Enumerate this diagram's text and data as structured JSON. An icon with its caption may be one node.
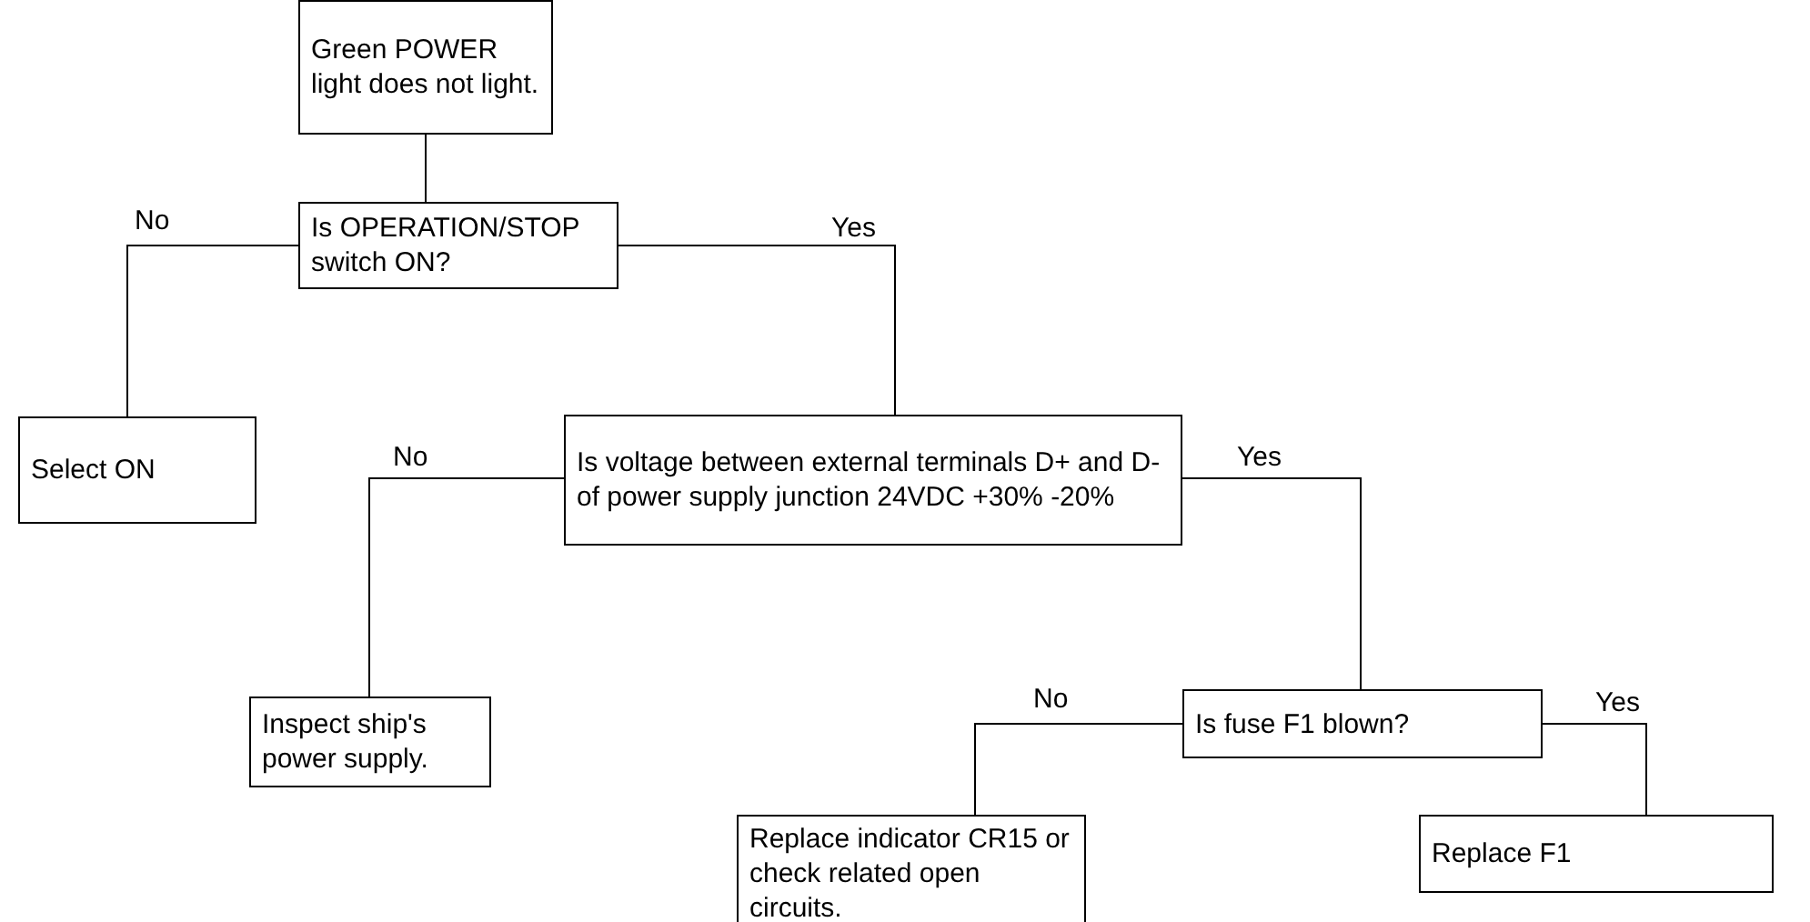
{
  "diagram": {
    "nodes": [
      {
        "text": [
          "Green POWER light does not light."
        ]
      },
      {
        "text": [
          "Is OPERATION/STOP switch ON?"
        ]
      },
      {
        "text": [
          "Select ON"
        ]
      },
      {
        "text": [
          "Is voltage between external terminals D+ and D- of power supply junction 24VDC +30% -20%"
        ]
      },
      {
        "text": [
          "Inspect ship's power supply."
        ]
      },
      {
        "text": [
          "Is fuse F1 blown?"
        ]
      },
      {
        "text": [
          "Replace indicator CR15 or check related open circuits."
        ]
      },
      {
        "text": [
          "Replace F1"
        ]
      }
    ],
    "edges": [
      {
        "from": 0,
        "to": 1,
        "arrow": "none"
      },
      {
        "from": 1,
        "to": 2,
        "arrow": "none",
        "label": "No"
      },
      {
        "from": 1,
        "to": 3,
        "arrow": "none",
        "label": "Yes"
      },
      {
        "from": 3,
        "to": 4,
        "arrow": "none",
        "label": "No"
      },
      {
        "from": 3,
        "to": 5,
        "arrow": "none",
        "label": "Yes"
      },
      {
        "from": 5,
        "to": 6,
        "arrow": "none",
        "label": "No"
      },
      {
        "from": 5,
        "to": 7,
        "arrow": "none",
        "label": "Yes"
      }
    ]
  }
}
